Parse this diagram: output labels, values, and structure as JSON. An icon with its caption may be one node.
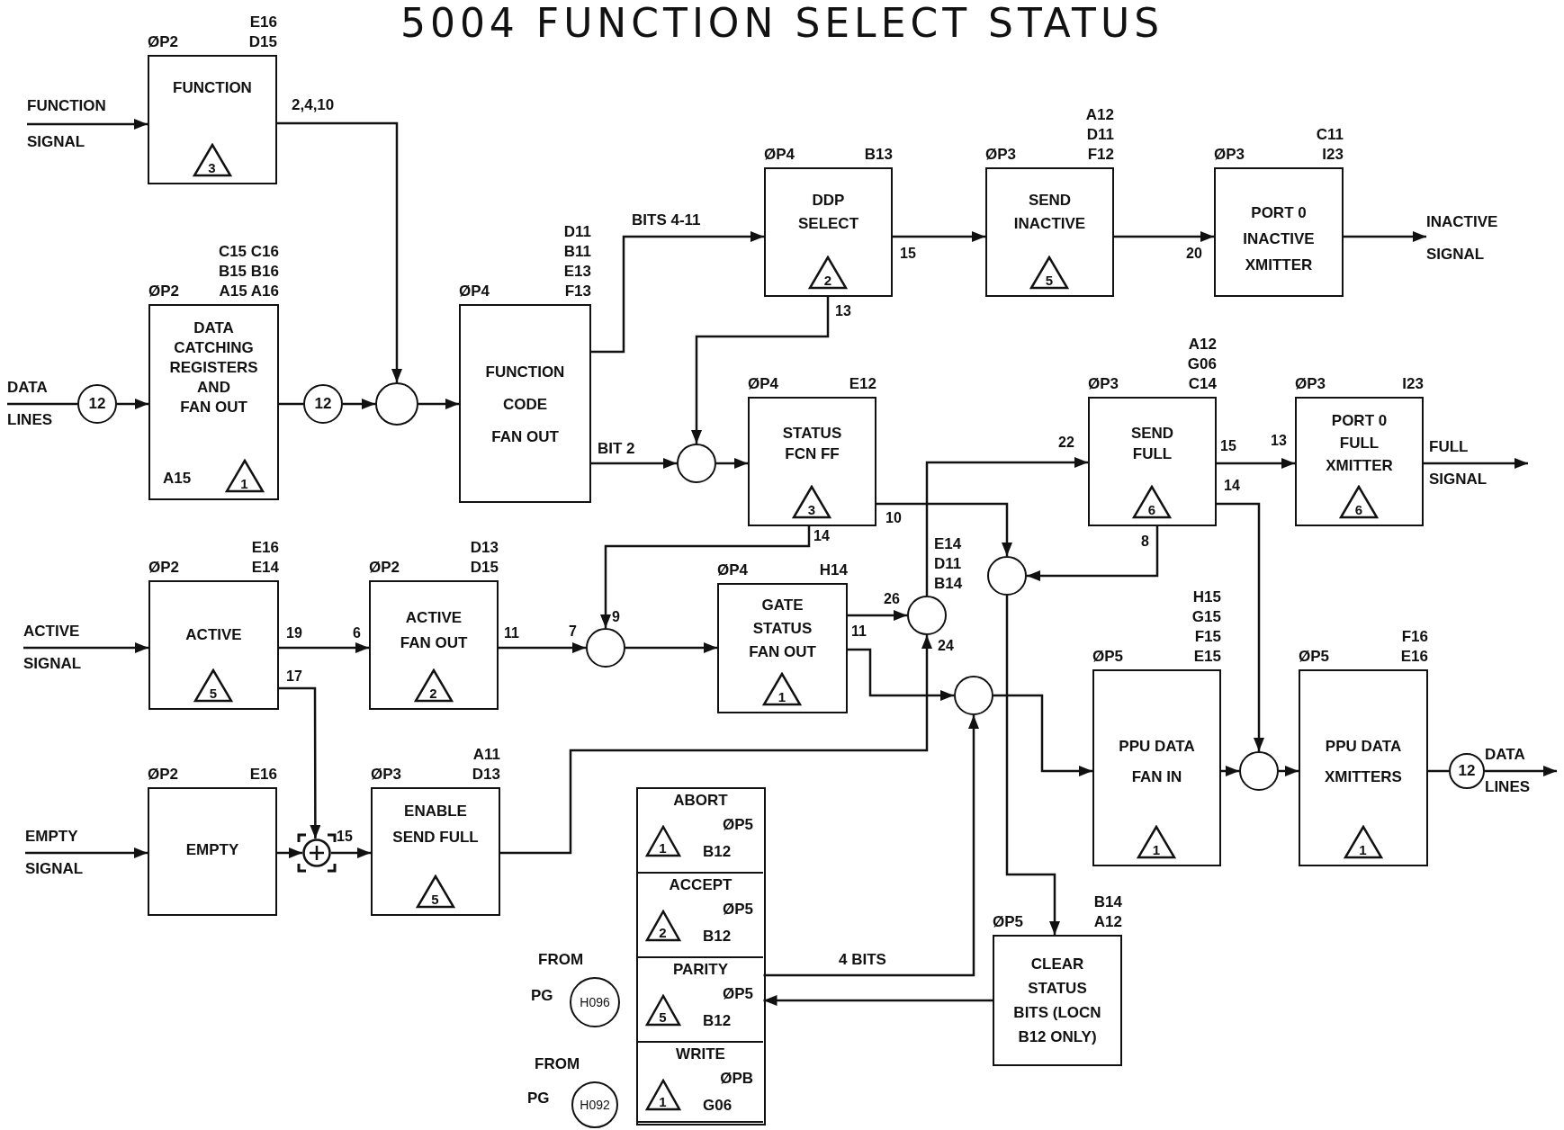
{
  "diagram": {
    "title": "5004 FUNCTION SELECT STATUS",
    "nodes": [
      {
        "text": [
          "FUNCTION SIGNAL"
        ]
      },
      {
        "text": [
          "FUNCTION"
        ],
        "beside": [
          "ØP2",
          "E16 D15"
        ]
      },
      {
        "text": [
          "3"
        ],
        "in": 1
      },
      {
        "text": [
          "DATA LINES"
        ]
      },
      {
        "text": [
          "12"
        ]
      },
      {
        "text": [
          "DATA CATCHING REGISTERS AND FAN OUT",
          "A15"
        ],
        "beside": [
          "ØP2",
          "C15 C16 B15 B16 A15 A16"
        ]
      },
      {
        "text": [
          "1"
        ],
        "in": 5
      },
      {
        "text": [
          "12"
        ]
      },
      {
        "text": [],
        "shape": "circle"
      },
      {
        "text": [
          "FUNCTION CODE FAN OUT"
        ],
        "beside": [
          "ØP4",
          "D11 B11 E13 F13"
        ]
      },
      {
        "text": [
          "DDP SELECT"
        ],
        "beside": [
          "ØP4",
          "B13"
        ]
      },
      {
        "text": [
          "2"
        ],
        "in": 10
      },
      {
        "text": [
          "SEND INACTIVE"
        ],
        "beside": [
          "ØP3",
          "A12 D11 F12"
        ]
      },
      {
        "text": [
          "5"
        ],
        "in": 12
      },
      {
        "text": [
          "PORT 0 INACTIVE XMITTER"
        ],
        "beside": [
          "ØP3",
          "C11 I23"
        ]
      },
      {
        "text": [
          "INACTIVE SIGNAL"
        ]
      },
      {
        "text": [],
        "shape": "circle"
      },
      {
        "text": [
          "STATUS FCN FF"
        ],
        "beside": [
          "ØP4",
          "E12"
        ]
      },
      {
        "text": [
          "3"
        ],
        "in": 17
      },
      {
        "text": [
          "SEND FULL"
        ],
        "beside": [
          "ØP3",
          "A12 G06 C14"
        ]
      },
      {
        "text": [
          "6"
        ],
        "in": 19
      },
      {
        "text": [
          "PORT 0 FULL XMITTER"
        ],
        "beside": [
          "ØP3",
          "I23"
        ]
      },
      {
        "text": [
          "6"
        ],
        "in": 21
      },
      {
        "text": [
          "FULL SIGNAL"
        ]
      },
      {
        "text": [
          "ACTIVE SIGNAL"
        ]
      },
      {
        "text": [
          "ACTIVE"
        ],
        "beside": [
          "ØP2",
          "E16 E14"
        ]
      },
      {
        "text": [
          "5"
        ],
        "in": 25
      },
      {
        "text": [
          "ACTIVE FAN OUT"
        ],
        "beside": [
          "ØP2",
          "D13 D15"
        ]
      },
      {
        "text": [
          "2"
        ],
        "in": 27
      },
      {
        "text": [],
        "shape": "circle"
      },
      {
        "text": [
          "GATE STATUS FAN OUT"
        ],
        "beside": [
          "ØP4",
          "H14"
        ]
      },
      {
        "text": [
          "1"
        ],
        "in": 30
      },
      {
        "text": [],
        "shape": "circle",
        "beside": [
          "E14 D11 B14"
        ]
      },
      {
        "text": [],
        "shape": "circle"
      },
      {
        "text": [],
        "shape": "circle"
      },
      {
        "text": [
          "EMPTY SIGNAL"
        ]
      },
      {
        "text": [
          "EMPTY"
        ],
        "beside": [
          "ØP2",
          "E16"
        ]
      },
      {
        "text": [],
        "shape": "circle"
      },
      {
        "text": [
          "ENABLE SEND FULL"
        ],
        "beside": [
          "ØP3",
          "A11 D13"
        ]
      },
      {
        "text": [
          "5"
        ],
        "in": 38
      },
      {
        "text": [
          "PPU DATA FAN IN"
        ],
        "beside": [
          "ØP5",
          "H15 G15 F15 E15"
        ]
      },
      {
        "text": [
          "1"
        ],
        "in": 40
      },
      {
        "text": [],
        "shape": "circle"
      },
      {
        "text": [
          "PPU DATA XMITTERS"
        ],
        "beside": [
          "ØP5",
          "F16 E16"
        ]
      },
      {
        "text": [
          "1"
        ],
        "in": 43
      },
      {
        "text": [
          "12"
        ]
      },
      {
        "text": [
          "DATA LINES"
        ]
      },
      {
        "text": [],
        "shape": "box"
      },
      {
        "text": [
          "ABORT",
          "ØP5",
          "B12"
        ],
        "in": 47
      },
      {
        "text": [
          "1"
        ],
        "in": 48
      },
      {
        "text": [
          "ACCEPT",
          "ØP5",
          "B12"
        ],
        "in": 47
      },
      {
        "text": [
          "2"
        ],
        "in": 50
      },
      {
        "text": [
          "PARITY",
          "ØP5",
          "B12"
        ],
        "in": 47
      },
      {
        "text": [
          "5"
        ],
        "in": 52
      },
      {
        "text": [
          "WRITE",
          "ØPB",
          "G06"
        ],
        "in": 47
      },
      {
        "text": [
          "1"
        ],
        "in": 54
      },
      {
        "text": [
          "CLEAR STATUS BITS (LOCN B12 ONLY)"
        ],
        "beside": [
          "ØP5",
          "B14 A12"
        ]
      },
      {
        "text": [
          "H096"
        ],
        "beside": [
          "FROM",
          "PG"
        ]
      },
      {
        "text": [
          "H092"
        ],
        "beside": [
          "FROM",
          "PG"
        ]
      }
    ],
    "edges": [
      {
        "from": 0,
        "to": 1,
        "arrow": "to"
      },
      {
        "from": 1,
        "to": 8,
        "arrow": "to",
        "label": "2,4,10"
      },
      {
        "from": 3,
        "to": 4,
        "arrow": "none"
      },
      {
        "from": 4,
        "to": 5,
        "arrow": "to"
      },
      {
        "from": 5,
        "to": 7,
        "arrow": "none"
      },
      {
        "from": 7,
        "to": 8,
        "arrow": "to"
      },
      {
        "from": 8,
        "to": 9,
        "arrow": "to"
      },
      {
        "from": 9,
        "to": 10,
        "arrow": "to",
        "label": "BITS 4-11"
      },
      {
        "from": 9,
        "to": 16,
        "arrow": "to",
        "label": "BIT 2"
      },
      {
        "from": 10,
        "to": 16,
        "arrow": "to"
      },
      {
        "from": 16,
        "to": 17,
        "arrow": "to"
      },
      {
        "from": 10,
        "to": 12,
        "arrow": "to"
      },
      {
        "from": 12,
        "to": 14,
        "arrow": "to"
      },
      {
        "from": 14,
        "to": 15,
        "arrow": "to"
      },
      {
        "from": 19,
        "to": 21,
        "arrow": "to"
      },
      {
        "from": 21,
        "to": 23,
        "arrow": "to"
      },
      {
        "from": 17,
        "to": 33,
        "arrow": "to"
      },
      {
        "from": 19,
        "to": 33,
        "arrow": "to"
      },
      {
        "from": 19,
        "to": 42,
        "arrow": "to"
      },
      {
        "from": 33,
        "to": 56,
        "arrow": "to"
      },
      {
        "from": 32,
        "to": 19,
        "arrow": "to"
      },
      {
        "from": 17,
        "to": 29,
        "arrow": "to"
      },
      {
        "from": 24,
        "to": 25,
        "arrow": "to"
      },
      {
        "from": 25,
        "to": 27,
        "arrow": "to"
      },
      {
        "from": 27,
        "to": 29,
        "arrow": "to"
      },
      {
        "from": 29,
        "to": 30,
        "arrow": "to"
      },
      {
        "from": 30,
        "to": 32,
        "arrow": "to"
      },
      {
        "from": 30,
        "to": 34,
        "arrow": "to"
      },
      {
        "from": 38,
        "to": 32,
        "arrow": "to"
      },
      {
        "from": 25,
        "to": 37,
        "arrow": "to"
      },
      {
        "from": 36,
        "to": 37,
        "arrow": "to"
      },
      {
        "from": 37,
        "to": 38,
        "arrow": "to"
      },
      {
        "from": 34,
        "to": 40,
        "arrow": "to"
      },
      {
        "from": 40,
        "to": 42,
        "arrow": "to"
      },
      {
        "from": 42,
        "to": 43,
        "arrow": "to"
      },
      {
        "from": 43,
        "to": 45,
        "arrow": "none"
      },
      {
        "from": 45,
        "to": 46,
        "arrow": "to"
      },
      {
        "from": 52,
        "to": 34,
        "arrow": "to",
        "label": "4 BITS"
      },
      {
        "from": 56,
        "to": 52,
        "arrow": "to"
      },
      {
        "from": 35,
        "to": 36,
        "arrow": "to"
      }
    ],
    "labels": [
      "15",
      "20",
      "13",
      "22",
      "15",
      "13",
      "14",
      "10",
      "14",
      "8",
      "26",
      "9",
      "19",
      "6",
      "11",
      "7",
      "11",
      "24",
      "17",
      "15"
    ]
  }
}
